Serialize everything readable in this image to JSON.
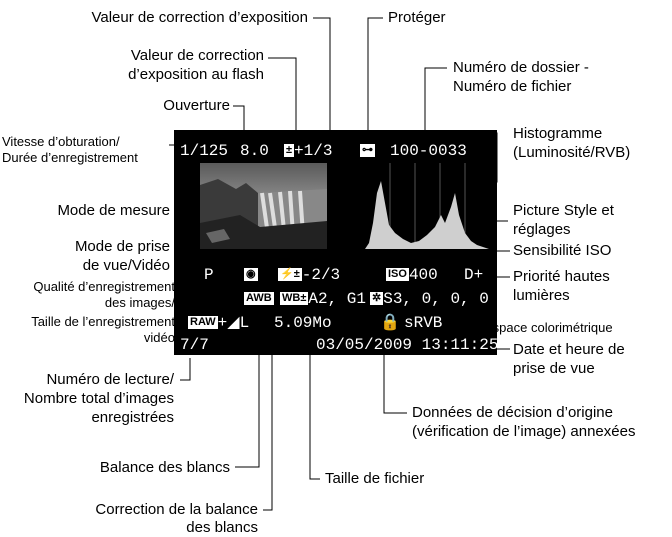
{
  "labels": {
    "exposure_comp": "Valeur de correction d’exposition",
    "protect": "Protéger",
    "flash_comp_1": "Valeur de correction",
    "flash_comp_2": "d’exposition au flash",
    "folder_file_1": "Numéro de dossier -",
    "folder_file_2": "Numéro de fichier",
    "aperture": "Ouverture",
    "shutter_1": "Vitesse d’obturation/",
    "shutter_2": "Durée d’enregistrement",
    "histogram_1": "Histogramme",
    "histogram_2": "(Luminosité/RVB)",
    "metering": "Mode de mesure",
    "picture_style_1": "Picture Style et",
    "picture_style_2": "réglages",
    "shooting_mode_1": "Mode de prise",
    "shooting_mode_2": "de vue/Vidéo",
    "iso": "Sensibilité ISO",
    "highlight_1": "Priorité hautes",
    "highlight_2": "lumières",
    "quality_1": "Qualité d’enregistrement",
    "quality_2": "des images/",
    "quality_3": "Taille de l’enregistrement",
    "quality_4": "vidéo",
    "color_space": "Espace colorimétrique",
    "datetime_1": "Date et heure de",
    "datetime_2": "prise de vue",
    "playback_1": "Numéro de lecture/",
    "playback_2": "Nombre total d’images",
    "playback_3": "enregistrées",
    "verification_1": "Données de décision d’origine",
    "verification_2": "(vérification de l’image) annexées",
    "white_balance": "Balance des blancs",
    "file_size": "Taille de fichier",
    "wb_correction_1": "Correction de la balance",
    "wb_correction_2": "des blancs"
  },
  "screen": {
    "shutter": "1/125",
    "aperture": "8.0",
    "exposure_comp": "+1/3",
    "exposure_icon": "exposure-comp-icon",
    "protect_icon": "key-icon",
    "file_number": "100-0033",
    "mode": "P",
    "metering_icon": "evaluative-metering-icon",
    "flash_icon": "flash-comp-icon",
    "flash_comp": "-2/3",
    "picture_style_icon": "picture-style-icon",
    "picture_style_code": "S",
    "picture_style_values": "3, 0, 0, 0",
    "iso_badge": "ISO",
    "iso_value": "400",
    "highlight": "D+",
    "wb_badge": "AWB",
    "wb_shift_icon": "wb-shift-icon",
    "wb_shift": "A2, G1",
    "raw_badge": "RAW",
    "raw_quality": "+◢L",
    "file_size": "5.09Mo",
    "lock_icon": "lock-icon",
    "color_space": "sRVB",
    "playback": "7/7",
    "datetime": "03/05/2009 13:11:25"
  }
}
